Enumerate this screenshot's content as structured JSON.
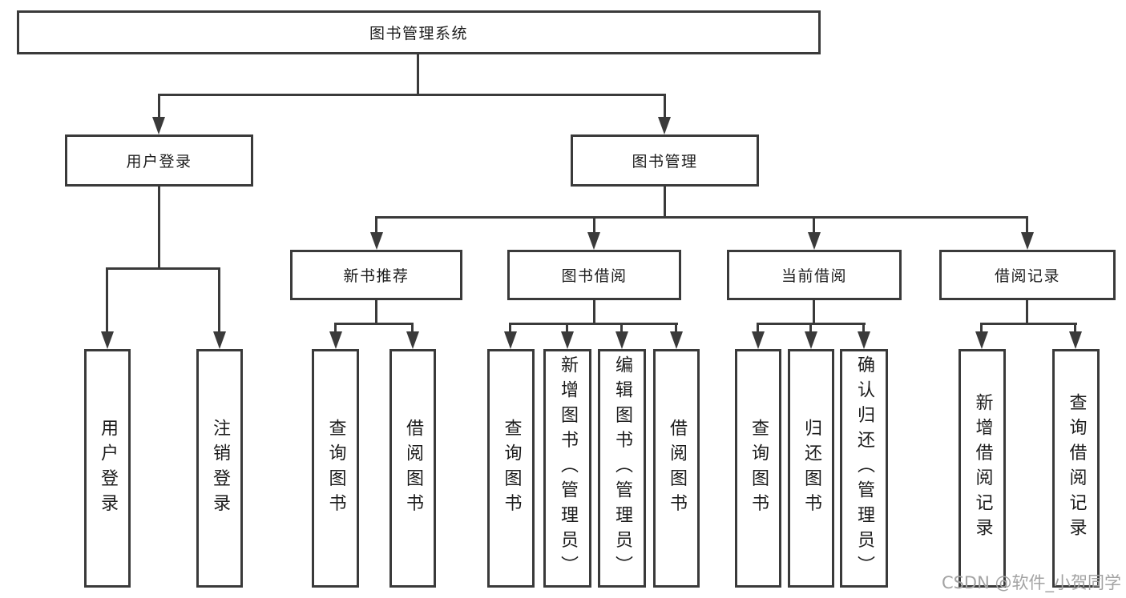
{
  "diagram": {
    "root": "图书管理系统",
    "children": [
      {
        "label": "用户登录",
        "children": [
          "用户登录",
          "注销登录"
        ]
      },
      {
        "label": "图书管理",
        "children": [
          {
            "label": "新书推荐",
            "children": [
              "查询图书",
              "借阅图书"
            ]
          },
          {
            "label": "图书借阅",
            "children": [
              "查询图书",
              "新增图书（管理员）",
              "编辑图书（管理员）",
              "借阅图书"
            ]
          },
          {
            "label": "当前借阅",
            "children": [
              "查询图书",
              "归还图书",
              "确认归还（管理员）"
            ]
          },
          {
            "label": "借阅记录",
            "children": [
              "新增借阅记录",
              "查询借阅记录"
            ]
          }
        ]
      }
    ]
  },
  "watermark": "CSDN @软件_小贺同学",
  "colors": {
    "background": "#ffffff",
    "line": "#3a3a3a",
    "text": "#1c1c1c",
    "watermark": "#a3a3a3"
  }
}
